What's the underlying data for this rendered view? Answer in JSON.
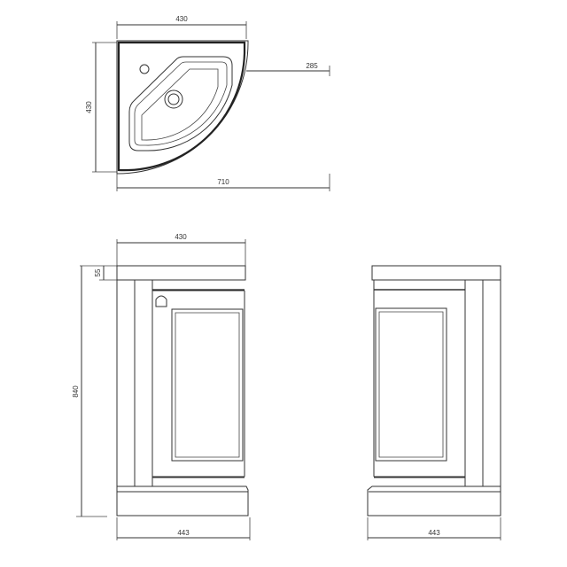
{
  "drawing": {
    "top_view": {
      "dim_width": "430",
      "dim_depth": "430",
      "dim_radius": "285",
      "dim_overall": "710"
    },
    "front_view": {
      "dim_top_width": "430",
      "dim_worktop_thickness": "55",
      "dim_height": "840",
      "dim_base_width": "443"
    },
    "side_view": {
      "dim_base_width": "443"
    }
  }
}
